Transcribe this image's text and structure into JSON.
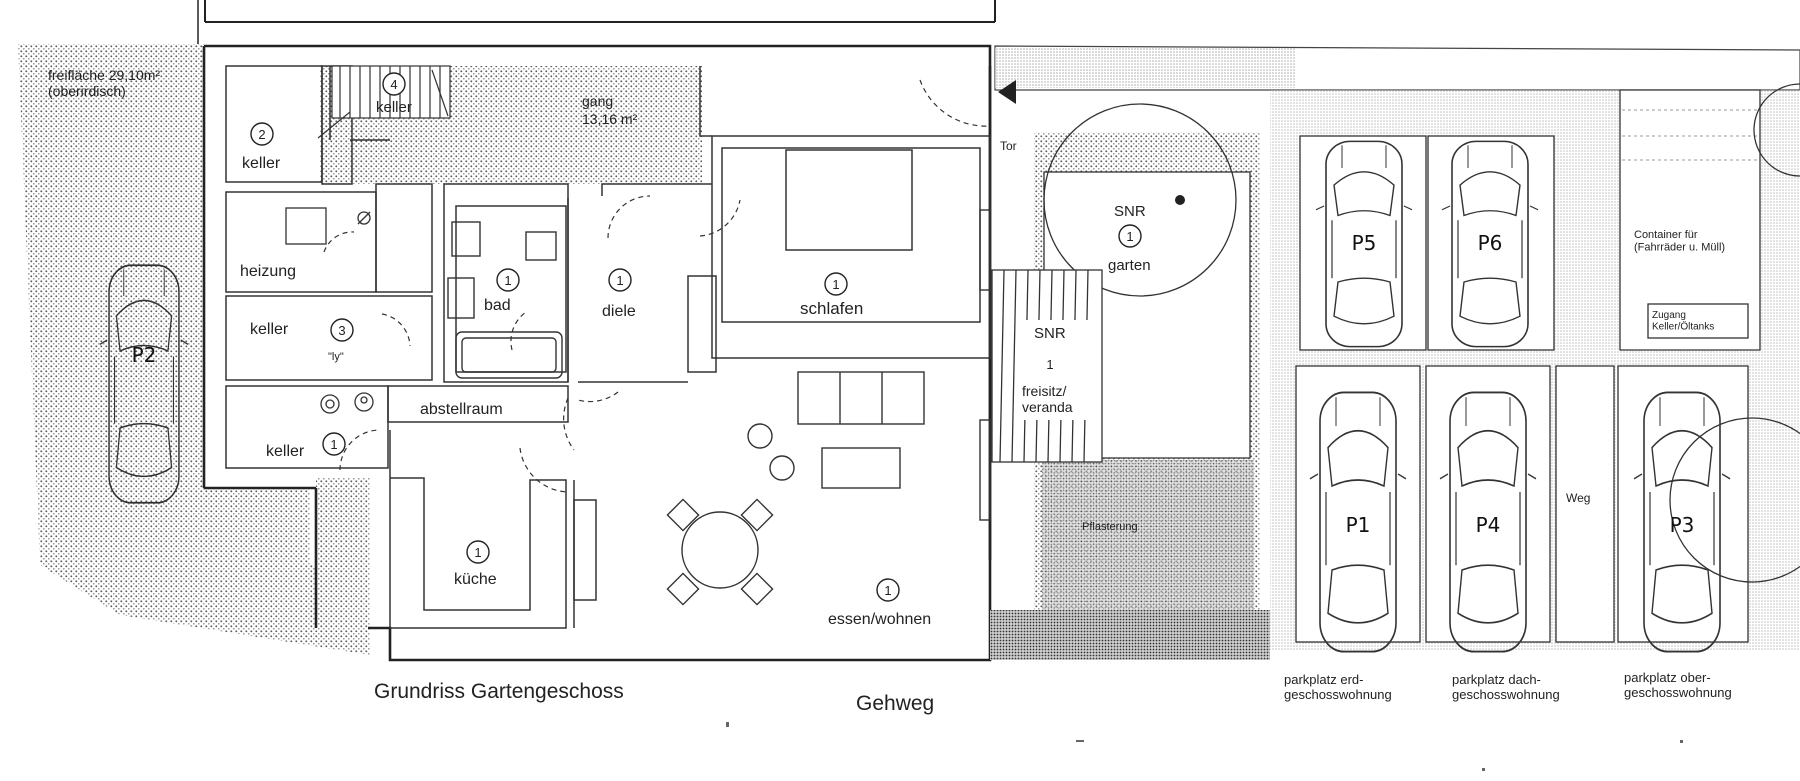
{
  "areas": {
    "freiflaeche": "freifläche 29,10m²",
    "freiflaeche_sub": "(oberirdisch)",
    "gang": "gang",
    "gang_area": "13,16 m²"
  },
  "rooms": {
    "keller_top": "keller",
    "keller_top_num": "4",
    "keller_left": "keller",
    "keller_left_num": "2",
    "heizung": "heizung",
    "keller3": "keller",
    "keller3_num": "3",
    "keller3_note": "\"ly\"",
    "abstellraum": "abstellraum",
    "keller1": "keller",
    "keller1_num": "1",
    "bad": "bad",
    "bad_num": "1",
    "diele": "diele",
    "diele_num": "1",
    "schlafen": "schlafen",
    "schlafen_num": "1",
    "kueche": "küche",
    "kueche_num": "1",
    "essen": "essen/wohnen",
    "essen_num": "1"
  },
  "garden": {
    "tor": "Tor",
    "garten_code": "SNR",
    "garten_num": "1",
    "garten": "garten",
    "veranda_code": "SNR",
    "veranda_num": "1",
    "veranda": "freisitz/\nveranda",
    "pflasterung": "Pflasterung"
  },
  "parking": {
    "p1": "P1",
    "p2": "P2",
    "p3": "P3",
    "p4": "P4",
    "p5": "P5",
    "p6": "P6",
    "weg": "Weg",
    "container": "Container für\n(Fahrräder u. Müll)",
    "zugang": "Zugang\nKeller/Öltanks",
    "cap1": "parkplatz erd-\ngeschosswohnung",
    "cap4": "parkplatz dach-\ngeschosswohnung",
    "cap3": "parkplatz ober-\ngeschosswohnung"
  },
  "captions": {
    "title": "Grundriss Gartengeschoss",
    "gehweg": "Gehweg"
  }
}
